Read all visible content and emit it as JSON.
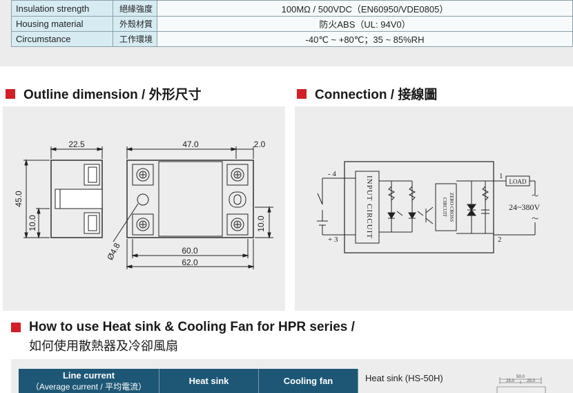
{
  "spec_rows": [
    {
      "en": "Insulation strength",
      "zh": "絕緣強度",
      "value": "100MΩ / 500VDC（EN60950/VDE0805）"
    },
    {
      "en": "Housing material",
      "zh": "外殼材質",
      "value": "防火ABS（UL: 94V0）"
    },
    {
      "en": "Circumstance",
      "zh": "工作環境",
      "value": "-40℃ ~ +80℃；35 ~ 85%RH"
    }
  ],
  "outline": {
    "title": "Outline dimension / 外形尺寸",
    "dims": {
      "side_width": "22.5",
      "height": "45.0",
      "foot": "10.0",
      "top_width": "47.0",
      "edge": "2.0",
      "hole_dia": "Ø4.8",
      "right_foot": "10.0",
      "pitch": "60.0",
      "overall": "62.0"
    }
  },
  "connection": {
    "title": "Connection / 接線圖",
    "minus": "- 4",
    "plus": "+ 3",
    "pin1": "1",
    "pin2": "2",
    "input_box": "INPUT CIRCUIT",
    "zero_box_a": "ZERO CROSS",
    "zero_box_b": "CIRCUIT",
    "load": "LOAD",
    "voltage": "24~380V",
    "tilde": "～"
  },
  "heat": {
    "title": "How to use Heat sink & Cooling Fan for HPR series /",
    "subtitle": "如何使用散熱器及冷卻風扇",
    "col_line": "Line current",
    "col_line_sub": "（Average current / 平均電流）",
    "col_heatsink": "Heat sink",
    "col_fan": "Cooling fan",
    "heatsink_model": "Heat sink (HS-50H)",
    "dim_50": "50.0",
    "dim_25a": "25.0",
    "dim_25b": "25.0"
  }
}
